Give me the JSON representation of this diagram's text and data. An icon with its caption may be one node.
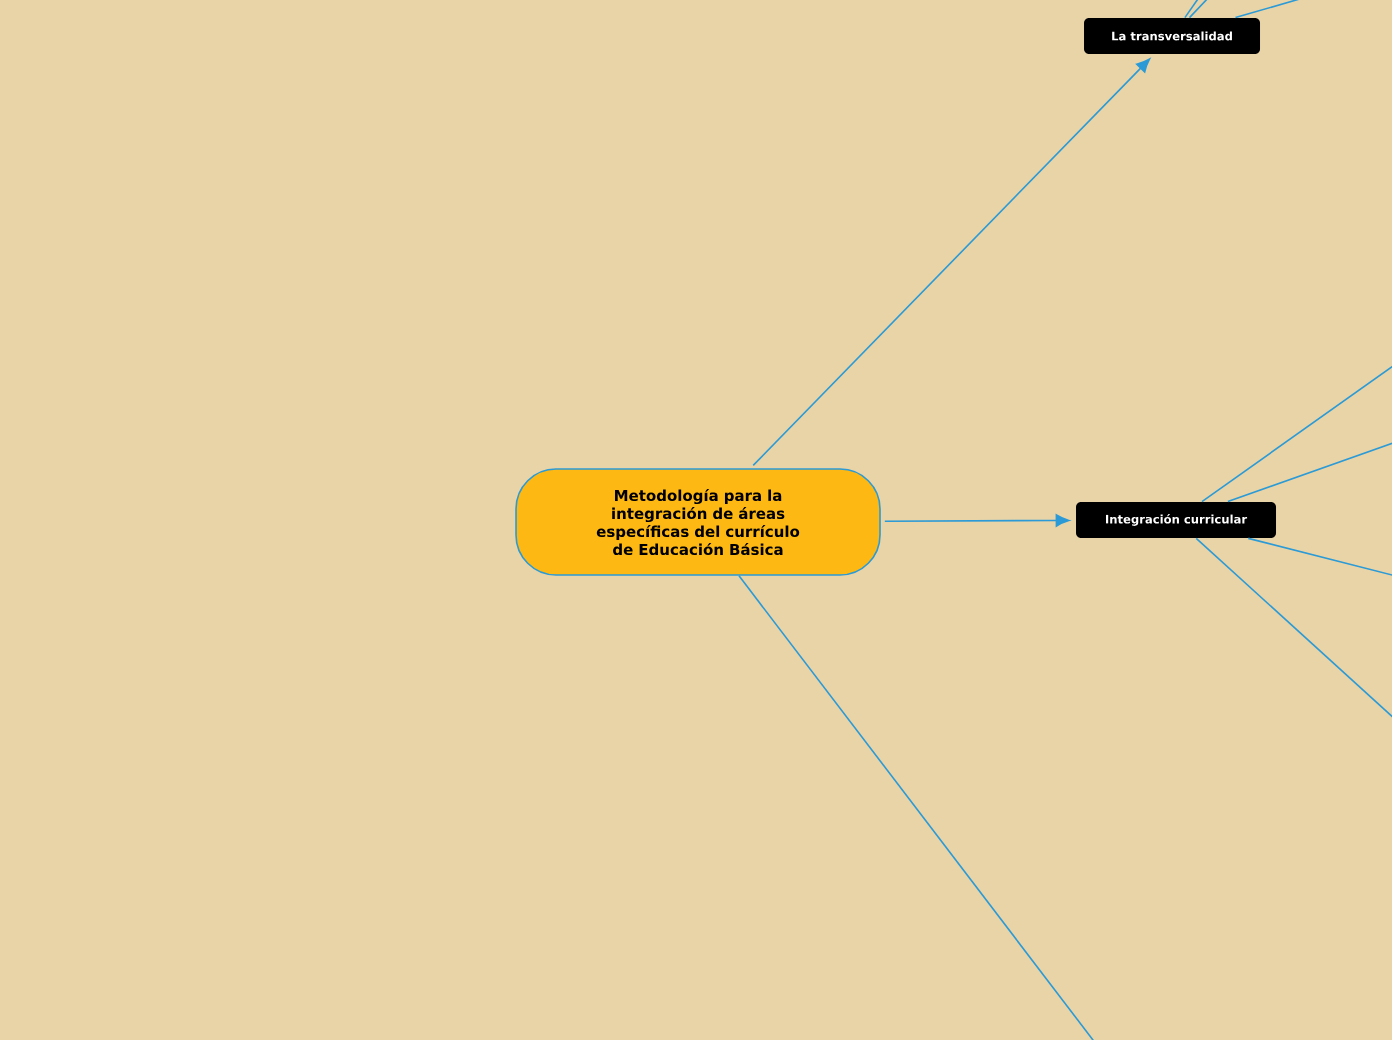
{
  "diagram": {
    "nodes": [
      {
        "text": [
          "Metodología para la integración de áreas específicas del currículo de Educación Básica"
        ]
      },
      {
        "text": [
          "La transversalidad"
        ]
      },
      {
        "text": [
          "Integración curricular"
        ]
      }
    ],
    "edges": [
      {
        "from": 0,
        "to": 1,
        "arrow": "to"
      },
      {
        "from": 0,
        "to": 2,
        "arrow": "to"
      },
      {
        "from": 0,
        "to": null,
        "arrow": "none"
      },
      {
        "from": 1,
        "to": null,
        "arrow": "none"
      },
      {
        "from": 1,
        "to": null,
        "arrow": "none"
      },
      {
        "from": 1,
        "to": null,
        "arrow": "none"
      },
      {
        "from": 2,
        "to": null,
        "arrow": "none"
      },
      {
        "from": 2,
        "to": null,
        "arrow": "none"
      },
      {
        "from": 2,
        "to": null,
        "arrow": "none"
      },
      {
        "from": 2,
        "to": null,
        "arrow": "none"
      }
    ]
  }
}
